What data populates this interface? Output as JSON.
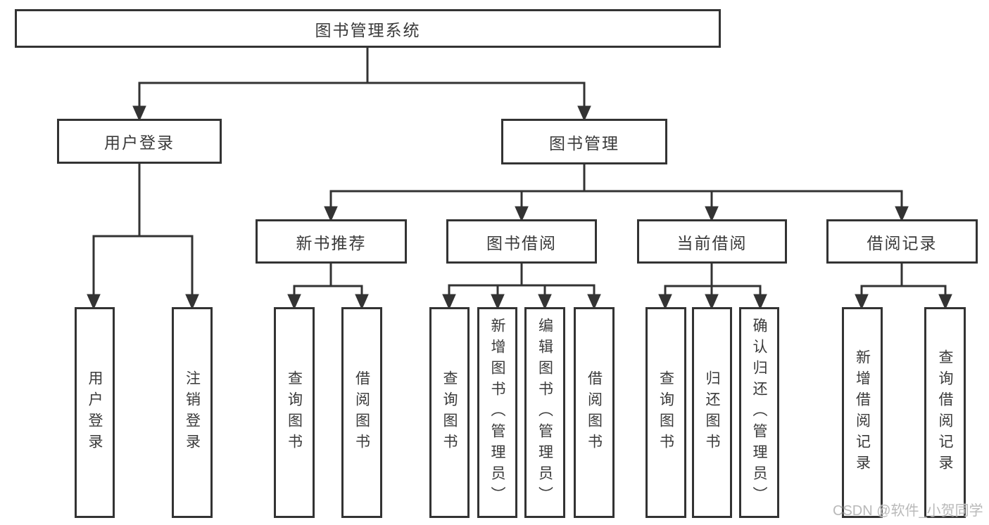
{
  "tree": {
    "label": "图书管理系统",
    "children": [
      {
        "label": "用户登录",
        "children": [
          {
            "label": "用户登录"
          },
          {
            "label": "注销登录"
          }
        ]
      },
      {
        "label": "图书管理",
        "children": [
          {
            "label": "新书推荐",
            "children": [
              {
                "label": "查询图书"
              },
              {
                "label": "借阅图书"
              }
            ]
          },
          {
            "label": "图书借阅",
            "children": [
              {
                "label": "查询图书"
              },
              {
                "label": "新增图书（管理员）"
              },
              {
                "label": "编辑图书（管理员）"
              },
              {
                "label": "借阅图书"
              }
            ]
          },
          {
            "label": "当前借阅",
            "children": [
              {
                "label": "查询图书"
              },
              {
                "label": "归还图书"
              },
              {
                "label": "确认归还（管理员）"
              }
            ]
          },
          {
            "label": "借阅记录",
            "children": [
              {
                "label": "新增借阅记录"
              },
              {
                "label": "查询借阅记录"
              }
            ]
          }
        ]
      }
    ]
  },
  "watermark": {
    "text": "CSDN @软件_小贺同学"
  },
  "colors": {
    "border": "#333333",
    "line": "#333333",
    "text": "#3a3a3a",
    "background": "#ffffff",
    "watermark": "#b9b9b9"
  }
}
